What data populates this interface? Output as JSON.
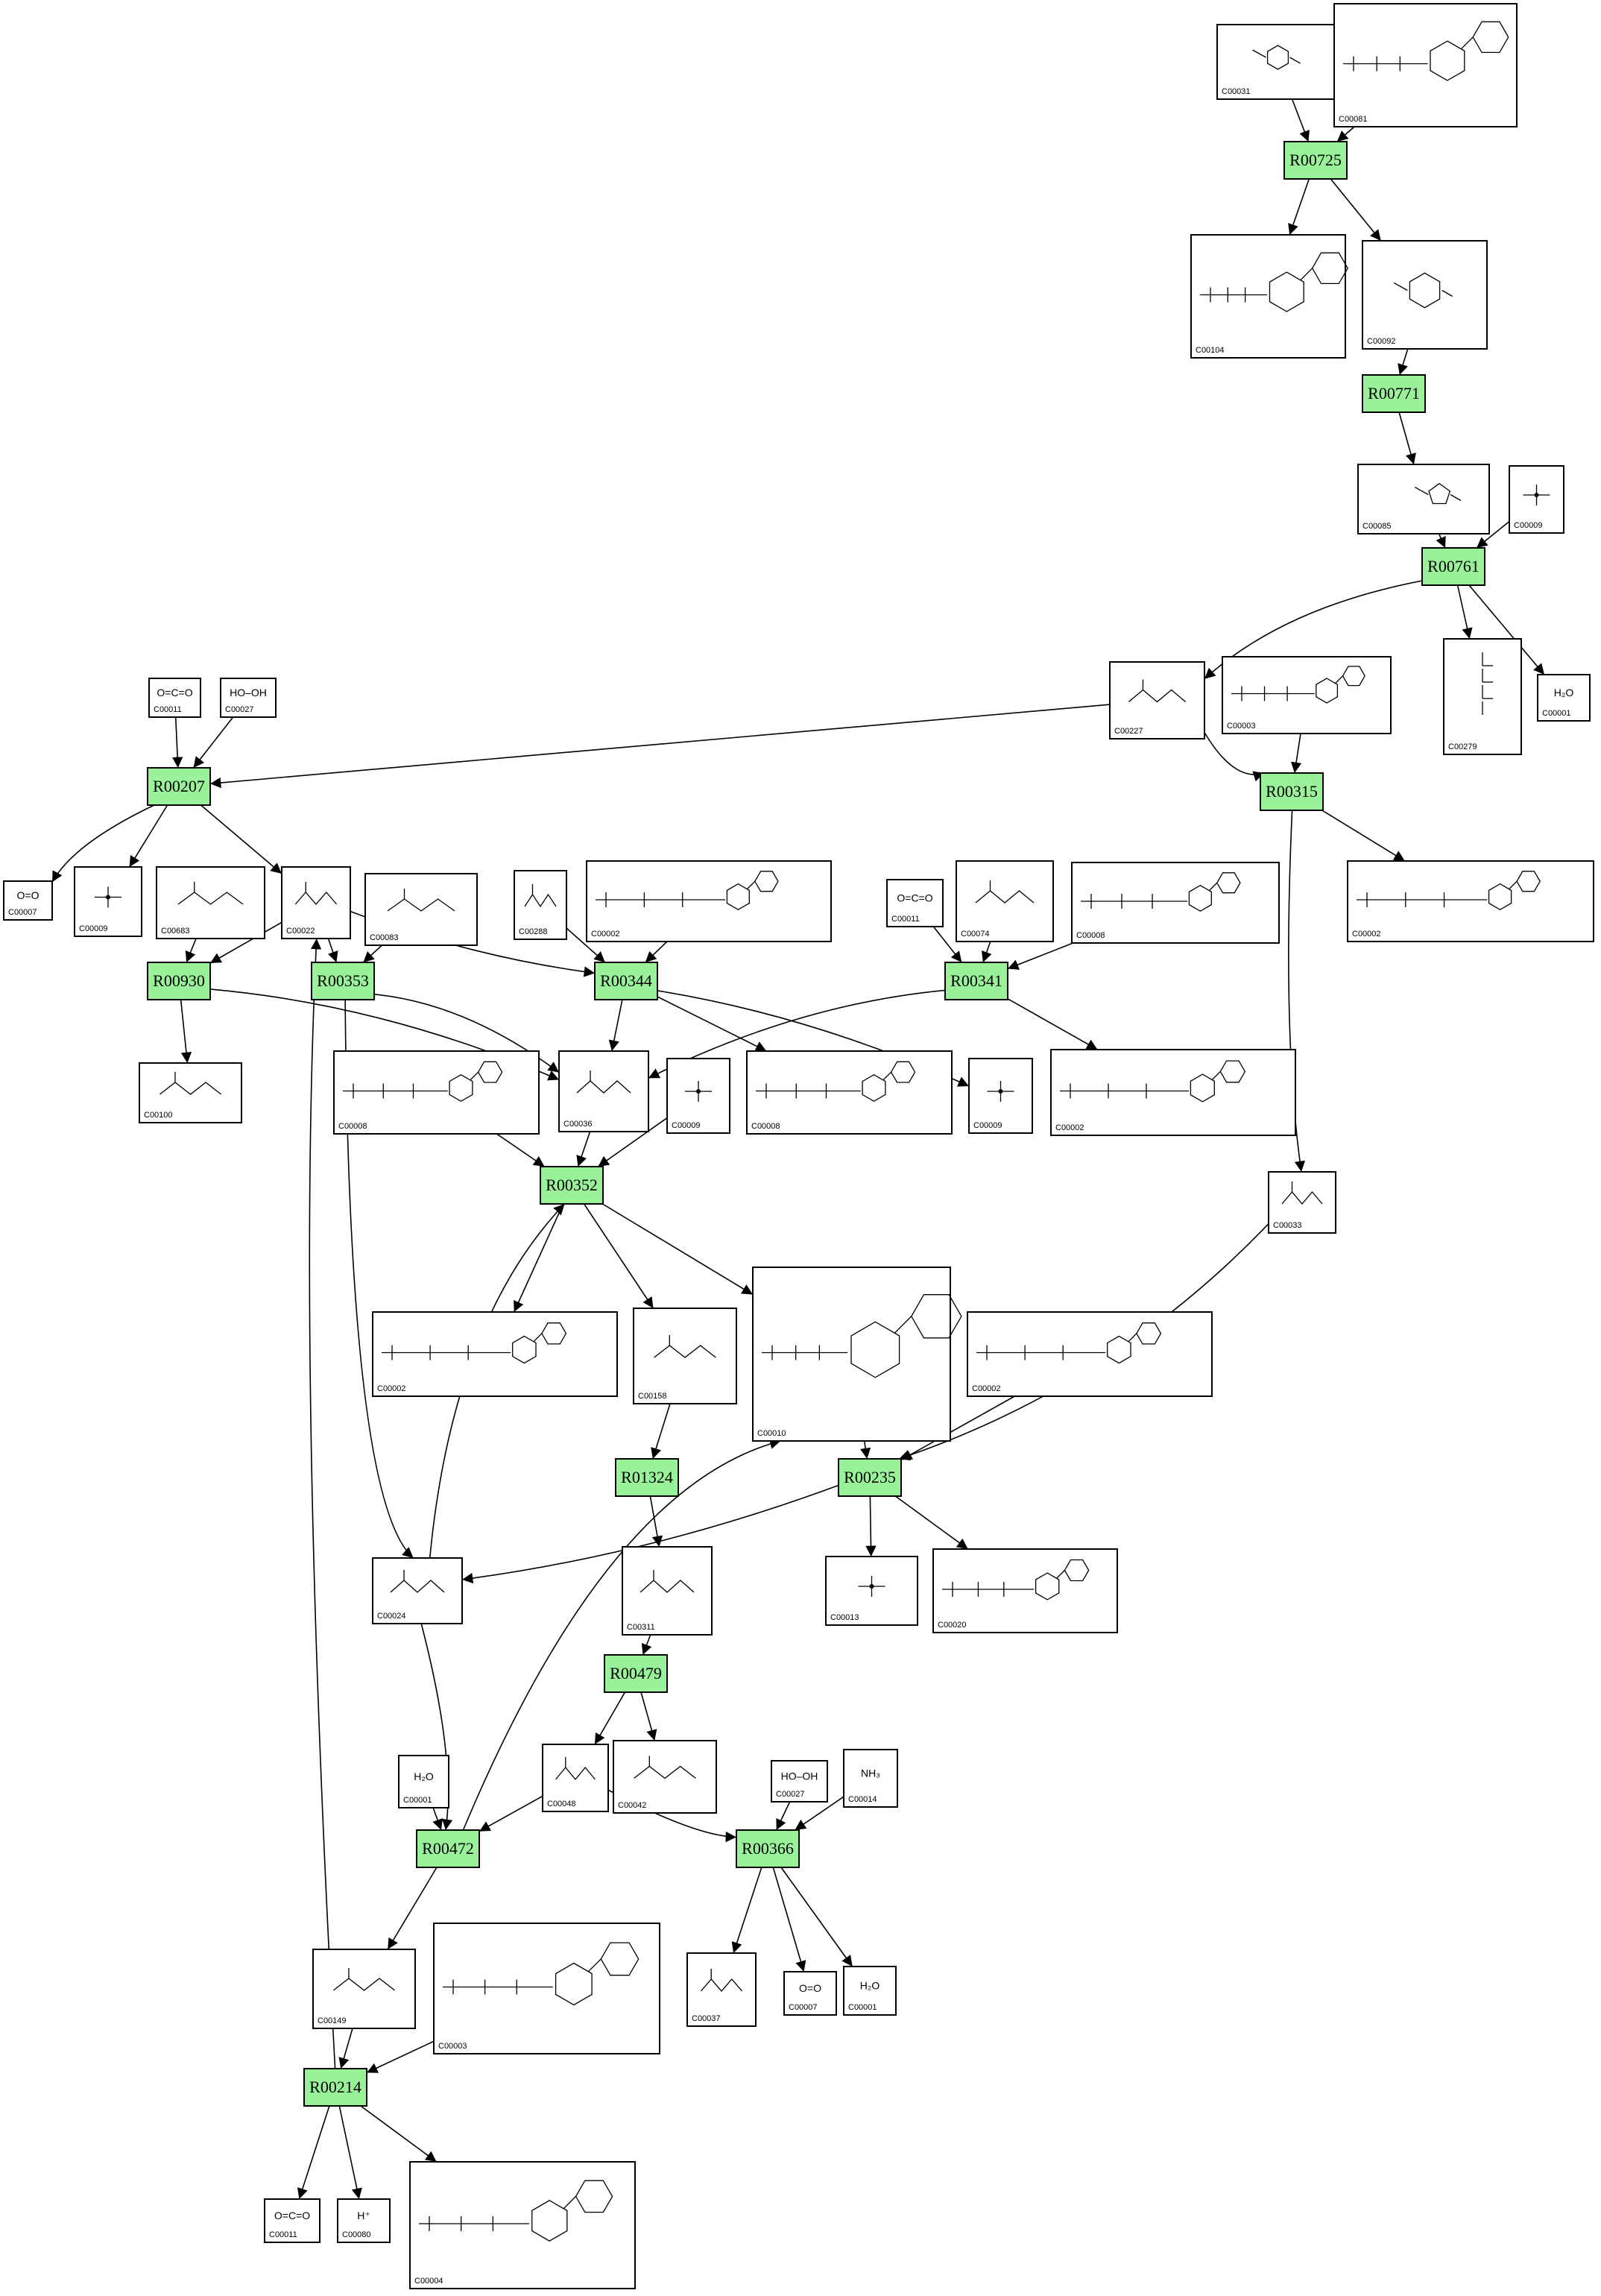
{
  "reactions": [
    "R00725",
    "R00771",
    "R00761",
    "R00207",
    "R00315",
    "R00930",
    "R00353",
    "R00344",
    "R00341",
    "R00352",
    "R01324",
    "R00235",
    "R00479",
    "R00472",
    "R00366",
    "R00214"
  ],
  "compounds": [
    {
      "id": "C00031",
      "formula": ""
    },
    {
      "id": "C00081",
      "formula": ""
    },
    {
      "id": "C00104",
      "formula": ""
    },
    {
      "id": "C00092",
      "formula": ""
    },
    {
      "id": "C00085",
      "formula": ""
    },
    {
      "id": "C00009",
      "formula": ""
    },
    {
      "id": "C00227",
      "formula": ""
    },
    {
      "id": "C00003",
      "formula": ""
    },
    {
      "id": "C00279",
      "formula": ""
    },
    {
      "id": "C00001",
      "formula": "H₂O"
    },
    {
      "id": "C00011",
      "formula": "O=C=O"
    },
    {
      "id": "C00027",
      "formula": "HO–OH"
    },
    {
      "id": "C00007",
      "formula": "O=O"
    },
    {
      "id": "C00009",
      "formula": ""
    },
    {
      "id": "C00683",
      "formula": ""
    },
    {
      "id": "C00022",
      "formula": ""
    },
    {
      "id": "C00083",
      "formula": ""
    },
    {
      "id": "C00288",
      "formula": ""
    },
    {
      "id": "C00002",
      "formula": ""
    },
    {
      "id": "C00011",
      "formula": "O=C=O"
    },
    {
      "id": "C00074",
      "formula": ""
    },
    {
      "id": "C00008",
      "formula": ""
    },
    {
      "id": "C00002",
      "formula": ""
    },
    {
      "id": "C00100",
      "formula": ""
    },
    {
      "id": "C00008",
      "formula": ""
    },
    {
      "id": "C00036",
      "formula": ""
    },
    {
      "id": "C00009",
      "formula": ""
    },
    {
      "id": "C00008",
      "formula": ""
    },
    {
      "id": "C00009",
      "formula": ""
    },
    {
      "id": "C00002",
      "formula": ""
    },
    {
      "id": "C00033",
      "formula": ""
    },
    {
      "id": "C00002",
      "formula": ""
    },
    {
      "id": "C00158",
      "formula": ""
    },
    {
      "id": "C00010",
      "formula": ""
    },
    {
      "id": "C00002",
      "formula": ""
    },
    {
      "id": "C00024",
      "formula": ""
    },
    {
      "id": "C00311",
      "formula": ""
    },
    {
      "id": "C00013",
      "formula": ""
    },
    {
      "id": "C00020",
      "formula": ""
    },
    {
      "id": "C00001",
      "formula": "H₂O"
    },
    {
      "id": "C00048",
      "formula": ""
    },
    {
      "id": "C00042",
      "formula": ""
    },
    {
      "id": "C00027",
      "formula": "HO–OH"
    },
    {
      "id": "C00014",
      "formula": "NH₃"
    },
    {
      "id": "C00149",
      "formula": ""
    },
    {
      "id": "C00003",
      "formula": ""
    },
    {
      "id": "C00037",
      "formula": ""
    },
    {
      "id": "C00007",
      "formula": "O=O"
    },
    {
      "id": "C00001",
      "formula": "H₂O"
    },
    {
      "id": "C00011",
      "formula": "O=C=O"
    },
    {
      "id": "C00080",
      "formula": "H⁺"
    },
    {
      "id": "C00004",
      "formula": ""
    }
  ]
}
